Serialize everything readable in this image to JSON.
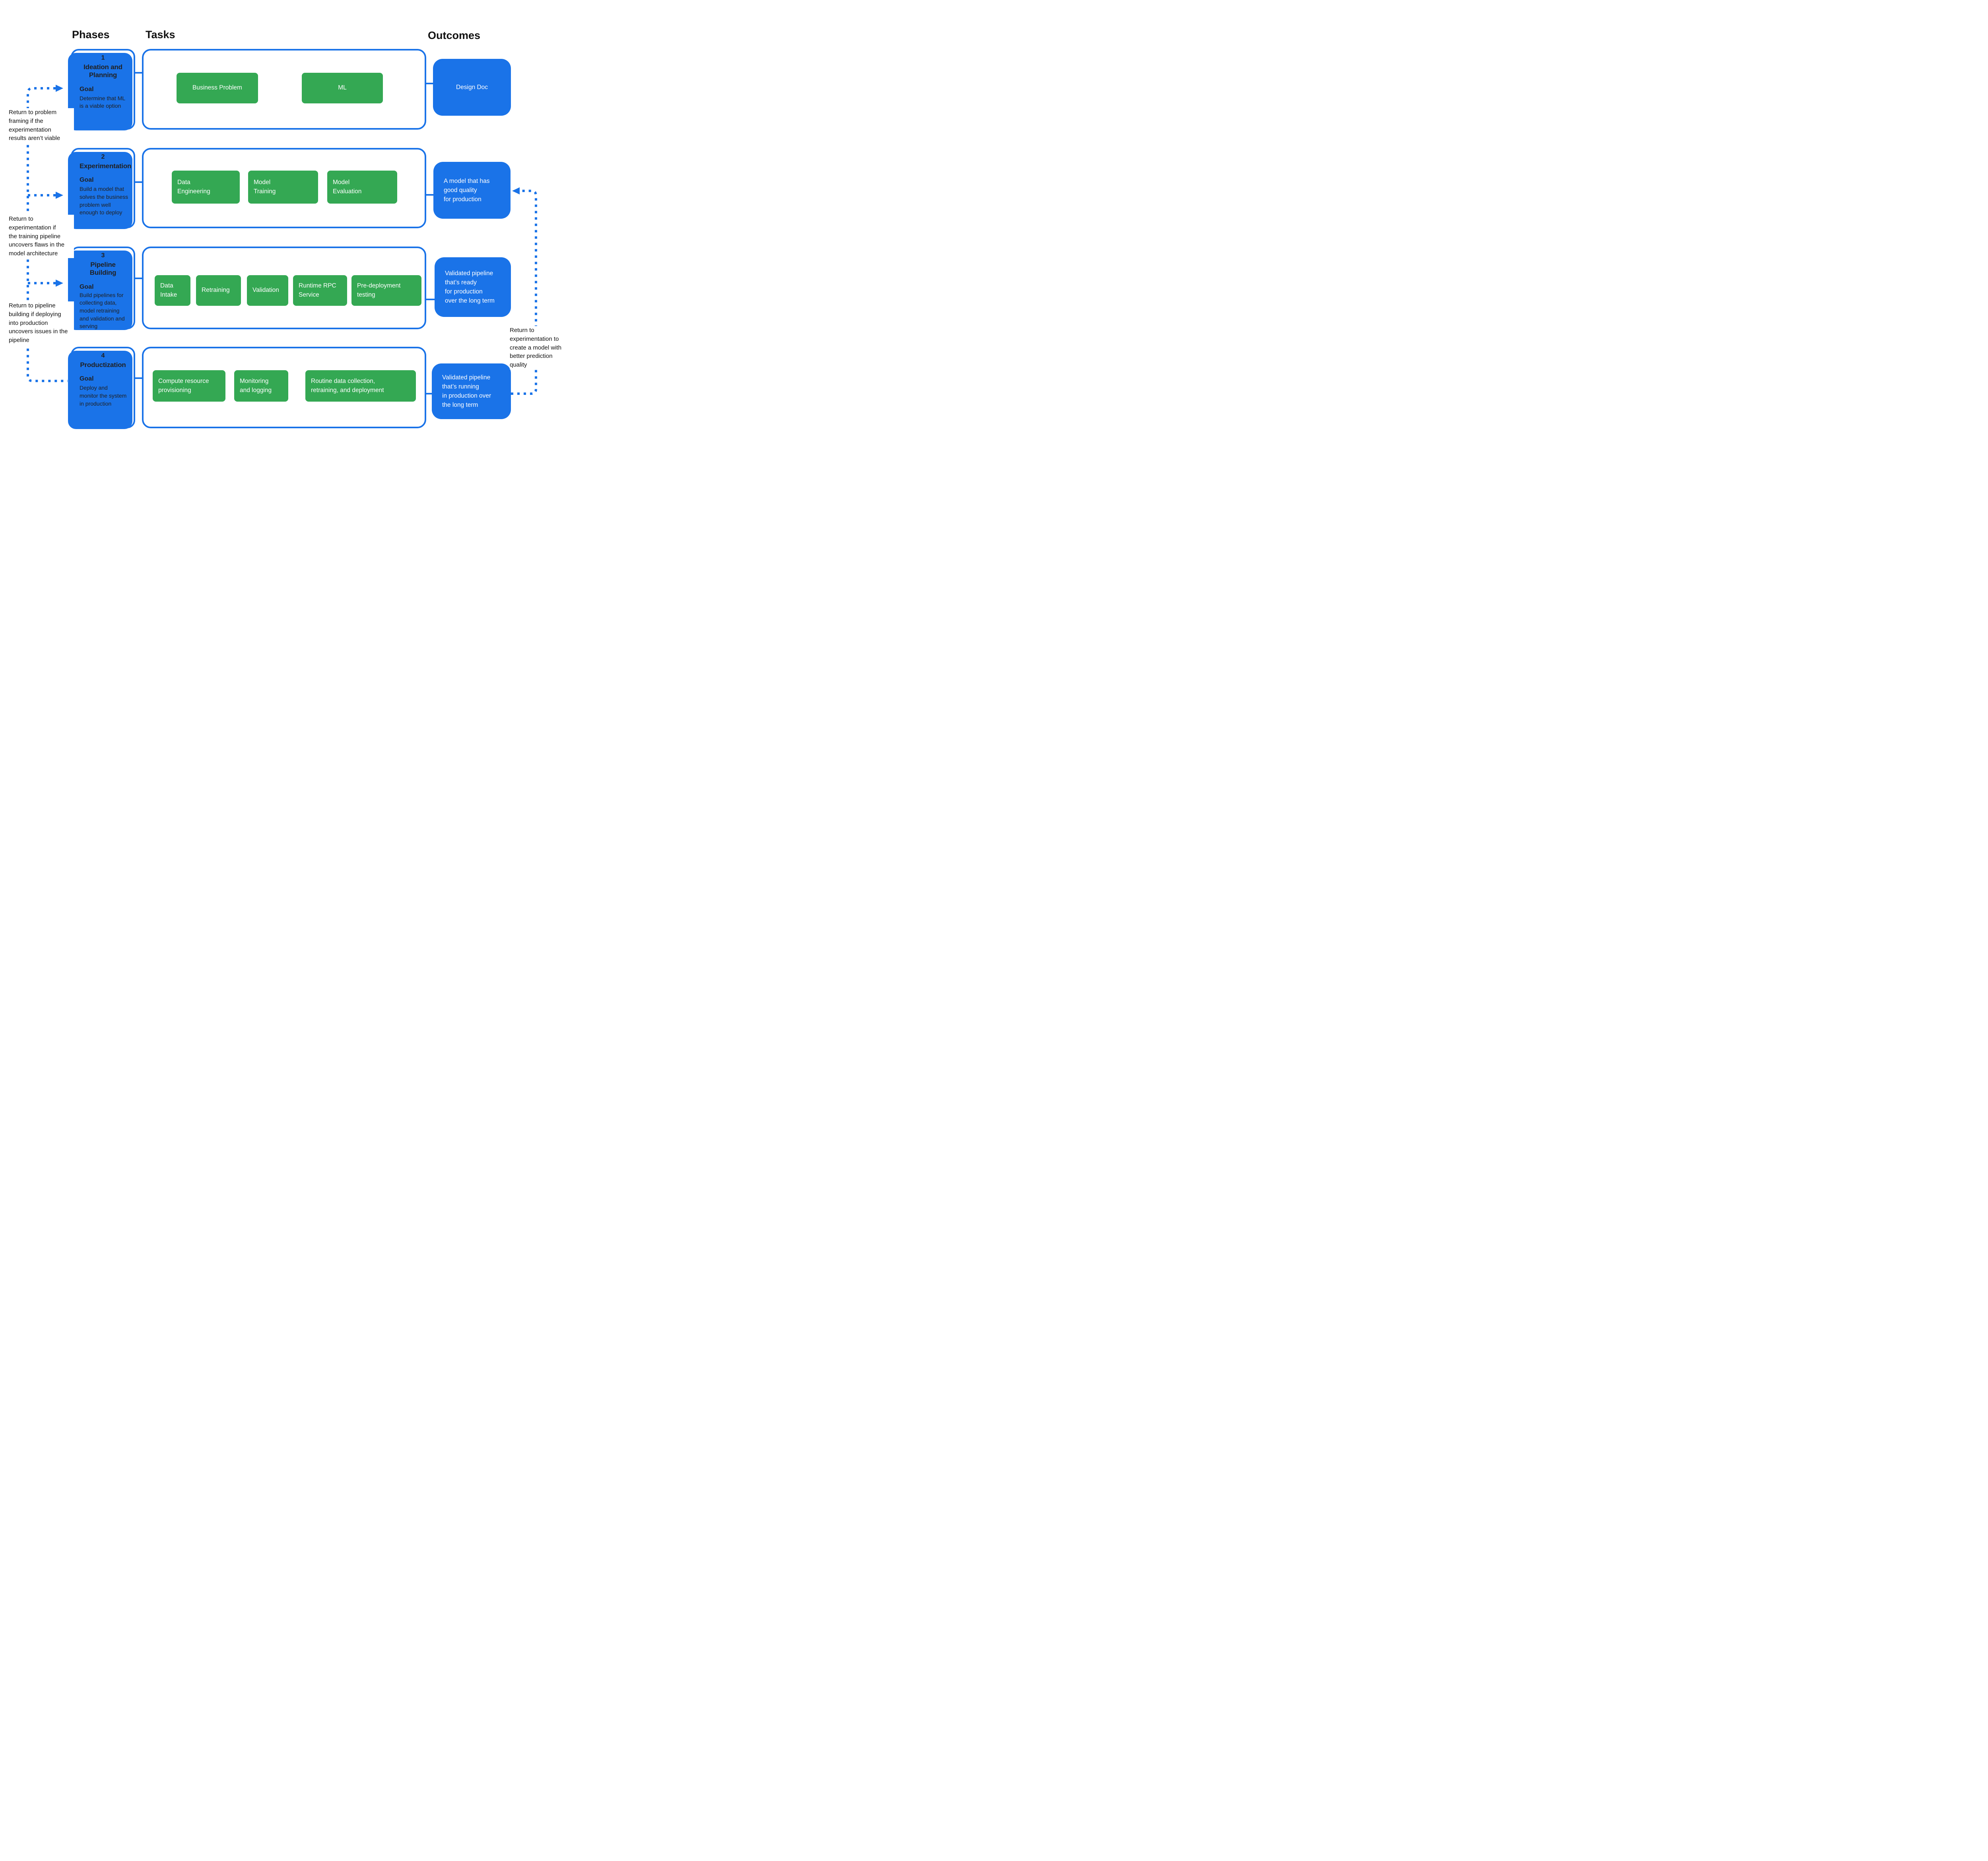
{
  "headers": {
    "phases": "Phases",
    "tasks": "Tasks",
    "outcomes": "Outcomes"
  },
  "colors": {
    "green": "#34A853",
    "blue": "#1A73E8",
    "text": "#202124"
  },
  "phases": [
    {
      "number": "1",
      "title": "Ideation and Planning",
      "goal_label": "Goal",
      "goal": "Determine that ML\nis a viable option",
      "tasks": [
        "Business Problem",
        "ML"
      ],
      "outcome": "Design Doc"
    },
    {
      "number": "2",
      "title": "Experimentation",
      "goal_label": "Goal",
      "goal": "Build a model that\nsolves the business\nproblem well\nenough to deploy",
      "tasks": [
        "Data\nEngineering",
        "Model\nTraining",
        "Model\nEvaluation"
      ],
      "outcome": "A model that has\ngood quality\nfor production"
    },
    {
      "number": "3",
      "title": "Pipeline Building",
      "goal_label": "Goal",
      "goal": "Build pipelines for\ncollecting data,\nmodel retraining\nand validation and\nserving",
      "tasks": [
        "Data\nIntake",
        "Retraining",
        "Validation",
        "Runtime RPC\nService",
        "Pre-deployment\ntesting"
      ],
      "outcome": "Validated pipeline\nthat’s ready\nfor production\nover the long term"
    },
    {
      "number": "4",
      "title": "Productization",
      "goal_label": "Goal",
      "goal": "Deploy and\nmonitor the system\nin production",
      "tasks": [
        "Compute  resource\nprovisioning",
        "Monitoring\nand logging",
        "Routine data collection,\nretraining, and deployment"
      ],
      "outcome": "Validated pipeline\nthat’s running\nin production over\nthe long term"
    }
  ],
  "annotations": {
    "left": [
      "Return to problem\nframing if the\nexperimentation\nresults aren’t viable",
      "Return to\nexperimentation if\nthe training pipeline\nuncovers flaws in the\nmodel architecture",
      "Return to pipeline\nbuilding if deploying\ninto production\nuncovers issues in the\npipeline"
    ],
    "right": "Return to\nexperimentation to\ncreate a model with\nbetter prediction\nquality"
  }
}
